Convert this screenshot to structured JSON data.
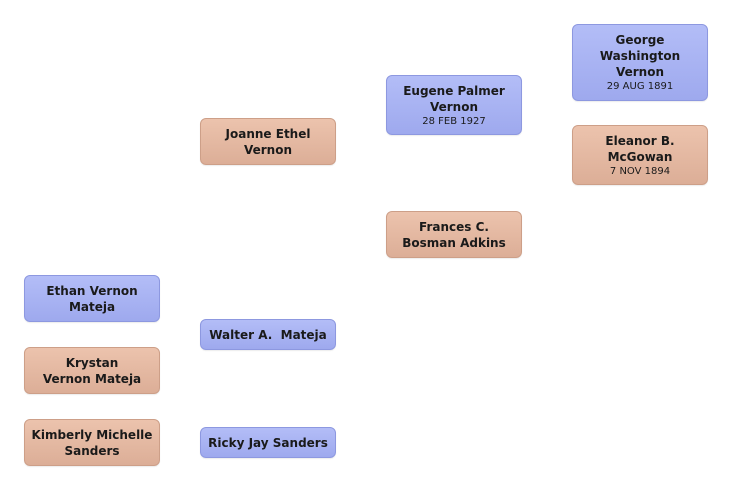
{
  "people": {
    "george": {
      "name": "George Washington Vernon",
      "date": "29 AUG 1891",
      "gender": "male"
    },
    "eleanor": {
      "name": "Eleanor B. McGowan",
      "date": "7 NOV 1894",
      "gender": "female"
    },
    "eugene": {
      "name": "Eugene Palmer Vernon",
      "date": "28 FEB 1927",
      "gender": "male"
    },
    "frances": {
      "name": "Frances C. Bosman Adkins",
      "gender": "female"
    },
    "joanne": {
      "name": "Joanne Ethel Vernon",
      "gender": "female"
    },
    "walter": {
      "name": "Walter A.  Mateja",
      "gender": "male"
    },
    "ricky": {
      "name": "Ricky Jay Sanders",
      "gender": "male"
    },
    "ethan": {
      "name": "Ethan Vernon Mateja",
      "gender": "male"
    },
    "krystan": {
      "name": "Krystan Vernon Mateja",
      "gender": "female"
    },
    "kimberly": {
      "name": "Kimberly Michelle Sanders",
      "gender": "female"
    }
  },
  "colors": {
    "male": "#a8b2f2",
    "female": "#e4b8a2"
  }
}
